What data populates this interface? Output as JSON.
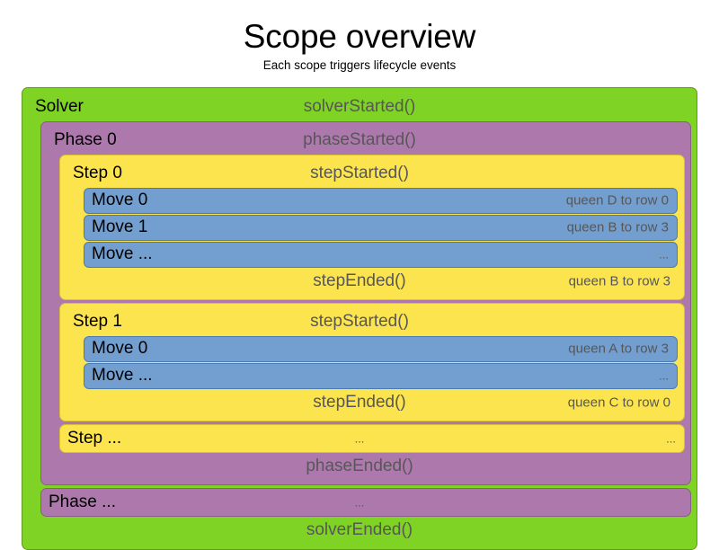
{
  "header": {
    "title": "Scope overview",
    "subtitle": "Each scope triggers lifecycle events"
  },
  "colors": {
    "solver": "#7ED324",
    "phase": "#AD79AD",
    "step": "#FCE44F",
    "move": "#729FCF",
    "label_text": "#000000",
    "event_text": "#575757"
  },
  "solver": {
    "label": "Solver",
    "started_event": "solverStarted()",
    "ended_event": "solverEnded()",
    "phases": [
      {
        "label": "Phase 0",
        "started_event": "phaseStarted()",
        "ended_event": "phaseEnded()",
        "steps": [
          {
            "label": "Step 0",
            "started_event": "stepStarted()",
            "ended_event": "stepEnded()",
            "ended_result": "queen B to row 3",
            "moves": [
              {
                "label": "Move 0",
                "result": "queen D to row 0"
              },
              {
                "label": "Move 1",
                "result": "queen B to row 3"
              },
              {
                "label": "Move ...",
                "result": "..."
              }
            ]
          },
          {
            "label": "Step 1",
            "started_event": "stepStarted()",
            "ended_event": "stepEnded()",
            "ended_result": "queen C to row 0",
            "moves": [
              {
                "label": "Move 0",
                "result": "queen A to row 3"
              },
              {
                "label": "Move ...",
                "result": "..."
              }
            ]
          }
        ],
        "step_ellipsis": {
          "label": "Step ...",
          "center": "...",
          "right": "..."
        }
      }
    ],
    "phase_ellipsis": {
      "label": "Phase ...",
      "center": "..."
    }
  }
}
